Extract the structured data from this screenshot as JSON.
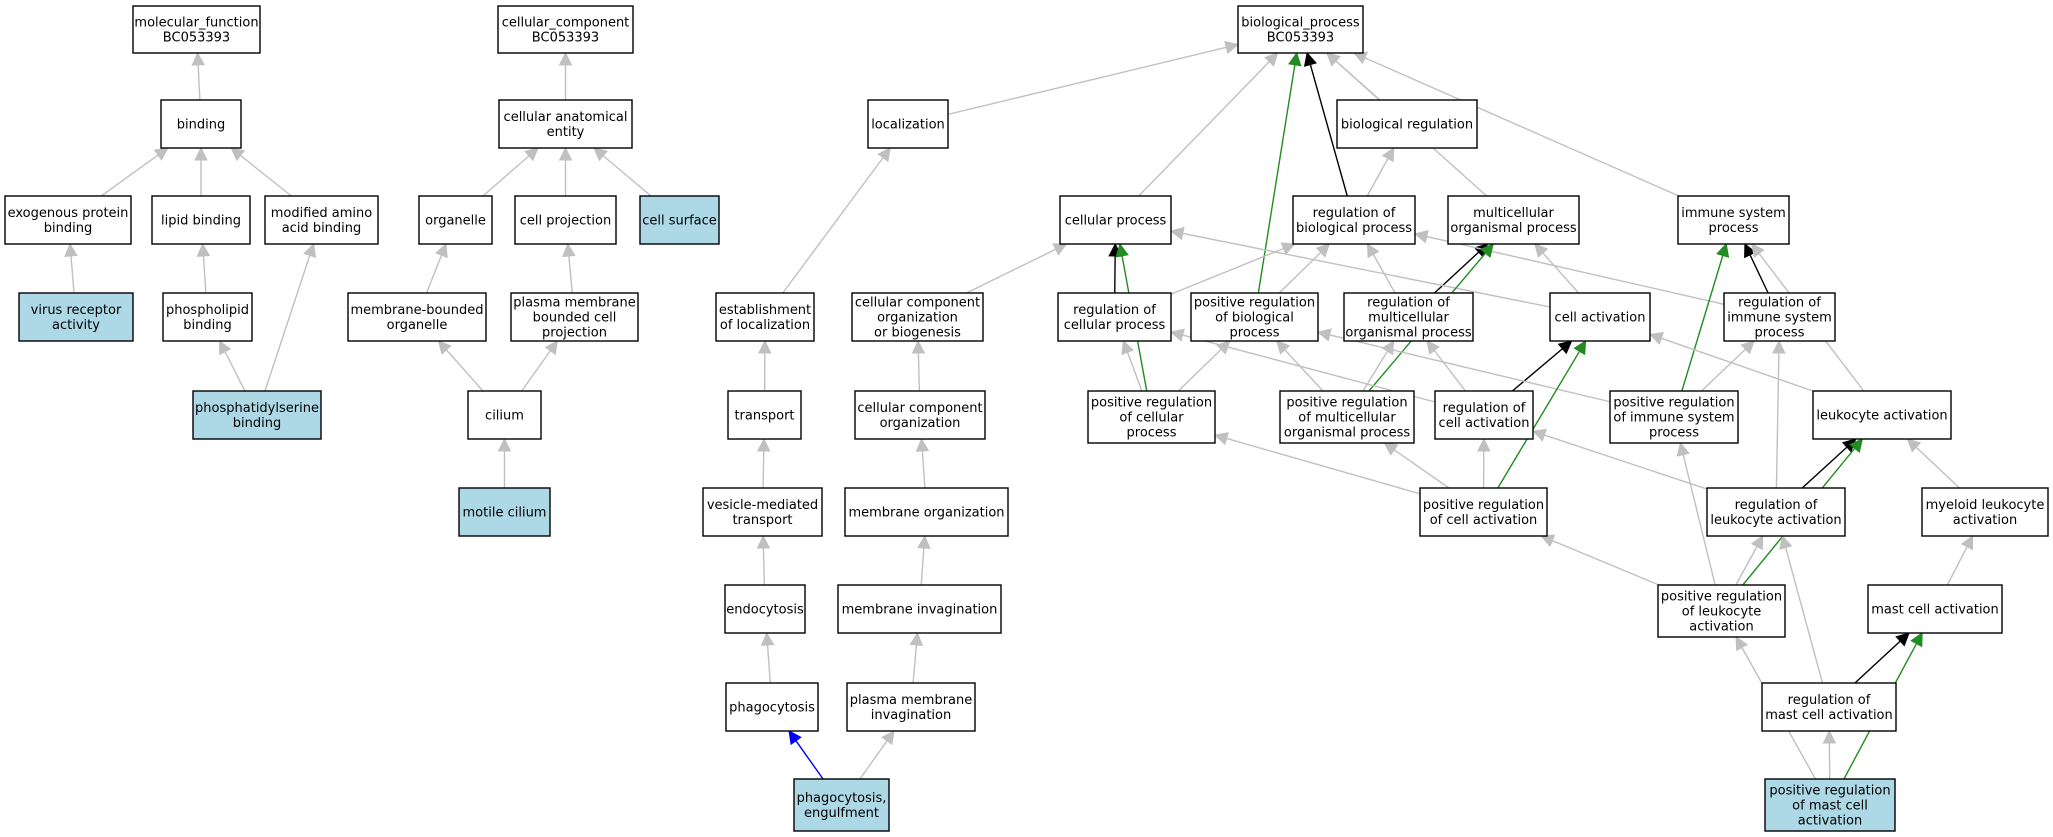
{
  "colors": {
    "background": "#ffffff",
    "node_fill": "#ffffff",
    "highlight_fill": "#add8e6",
    "node_stroke": "#000000",
    "is_a_edge": "#c0c0c0",
    "part_of_edge": "#0000ff",
    "regulates_edge": "#000000",
    "positively_regulates_edge": "#228b22"
  },
  "nodes": {
    "mf": {
      "lines": [
        "molecular_function",
        "BC053393"
      ],
      "highlight": false
    },
    "binding": {
      "lines": [
        "binding"
      ],
      "highlight": false
    },
    "exo": {
      "lines": [
        "exogenous protein",
        "binding"
      ],
      "highlight": false
    },
    "lipid": {
      "lines": [
        "lipid binding"
      ],
      "highlight": false
    },
    "modaa": {
      "lines": [
        "modified amino",
        "acid binding"
      ],
      "highlight": false
    },
    "virus": {
      "lines": [
        "virus receptor",
        "activity"
      ],
      "highlight": true
    },
    "phospho": {
      "lines": [
        "phospholipid",
        "binding"
      ],
      "highlight": false
    },
    "pserine": {
      "lines": [
        "phosphatidylserine",
        "binding"
      ],
      "highlight": true
    },
    "cc": {
      "lines": [
        "cellular_component",
        "BC053393"
      ],
      "highlight": false
    },
    "cae": {
      "lines": [
        "cellular anatomical",
        "entity"
      ],
      "highlight": false
    },
    "organelle": {
      "lines": [
        "organelle"
      ],
      "highlight": false
    },
    "cproj": {
      "lines": [
        "cell projection"
      ],
      "highlight": false
    },
    "csurf": {
      "lines": [
        "cell surface"
      ],
      "highlight": true
    },
    "mbo": {
      "lines": [
        "membrane-bounded",
        "organelle"
      ],
      "highlight": false
    },
    "pmbcp": {
      "lines": [
        "plasma membrane",
        "bounded cell",
        "projection"
      ],
      "highlight": false
    },
    "cilium": {
      "lines": [
        "cilium"
      ],
      "highlight": false
    },
    "motile": {
      "lines": [
        "motile cilium"
      ],
      "highlight": true
    },
    "bp": {
      "lines": [
        "biological_process",
        "BC053393"
      ],
      "highlight": false
    },
    "loc": {
      "lines": [
        "localization"
      ],
      "highlight": false
    },
    "estloc": {
      "lines": [
        "establishment",
        "of localization"
      ],
      "highlight": false
    },
    "transport": {
      "lines": [
        "transport"
      ],
      "highlight": false
    },
    "vesicle": {
      "lines": [
        "vesicle-mediated",
        "transport"
      ],
      "highlight": false
    },
    "endo": {
      "lines": [
        "endocytosis"
      ],
      "highlight": false
    },
    "phago": {
      "lines": [
        "phagocytosis"
      ],
      "highlight": false
    },
    "engulf": {
      "lines": [
        "phagocytosis,",
        "engulfment"
      ],
      "highlight": true
    },
    "ccob": {
      "lines": [
        "cellular component",
        "organization",
        "or biogenesis"
      ],
      "highlight": false
    },
    "cco": {
      "lines": [
        "cellular component",
        "organization"
      ],
      "highlight": false
    },
    "memorg": {
      "lines": [
        "membrane organization"
      ],
      "highlight": false
    },
    "meminv": {
      "lines": [
        "membrane invagination"
      ],
      "highlight": false
    },
    "pminv": {
      "lines": [
        "plasma membrane",
        "invagination"
      ],
      "highlight": false
    },
    "cellproc": {
      "lines": [
        "cellular process"
      ],
      "highlight": false
    },
    "regbp": {
      "lines": [
        "regulation of",
        "biological process"
      ],
      "highlight": false
    },
    "bioreg": {
      "lines": [
        "biological regulation"
      ],
      "highlight": false
    },
    "multi": {
      "lines": [
        "multicellular",
        "organismal process"
      ],
      "highlight": false
    },
    "immune": {
      "lines": [
        "immune system",
        "process"
      ],
      "highlight": false
    },
    "regcp": {
      "lines": [
        "regulation of",
        "cellular process"
      ],
      "highlight": false
    },
    "posregbp": {
      "lines": [
        "positive regulation",
        "of biological",
        "process"
      ],
      "highlight": false
    },
    "regmop": {
      "lines": [
        "regulation of",
        "multicellular",
        "organismal process"
      ],
      "highlight": false
    },
    "cellact": {
      "lines": [
        "cell activation"
      ],
      "highlight": false
    },
    "regisp": {
      "lines": [
        "regulation of",
        "immune system",
        "process"
      ],
      "highlight": false
    },
    "posregcp": {
      "lines": [
        "positive regulation",
        "of cellular",
        "process"
      ],
      "highlight": false
    },
    "posregmop": {
      "lines": [
        "positive regulation",
        "of multicellular",
        "organismal process"
      ],
      "highlight": false
    },
    "regca": {
      "lines": [
        "regulation of",
        "cell activation"
      ],
      "highlight": false
    },
    "posregisp": {
      "lines": [
        "positive regulation",
        "of immune system",
        "process"
      ],
      "highlight": false
    },
    "leuk": {
      "lines": [
        "leukocyte activation"
      ],
      "highlight": false
    },
    "posregca": {
      "lines": [
        "positive regulation",
        "of cell activation"
      ],
      "highlight": false
    },
    "regla": {
      "lines": [
        "regulation of",
        "leukocyte activation"
      ],
      "highlight": false
    },
    "myeloid": {
      "lines": [
        "myeloid leukocyte",
        "activation"
      ],
      "highlight": false
    },
    "posregla": {
      "lines": [
        "positive regulation",
        "of leukocyte",
        "activation"
      ],
      "highlight": false
    },
    "mast": {
      "lines": [
        "mast cell activation"
      ],
      "highlight": false
    },
    "regmca": {
      "lines": [
        "regulation of",
        "mast cell activation"
      ],
      "highlight": false
    },
    "posregmca": {
      "lines": [
        "positive regulation",
        "of mast cell",
        "activation"
      ],
      "highlight": true
    }
  },
  "edges": [
    {
      "from": "binding",
      "to": "mf",
      "type": "is_a"
    },
    {
      "from": "exo",
      "to": "binding",
      "type": "is_a"
    },
    {
      "from": "lipid",
      "to": "binding",
      "type": "is_a"
    },
    {
      "from": "modaa",
      "to": "binding",
      "type": "is_a"
    },
    {
      "from": "virus",
      "to": "exo",
      "type": "is_a"
    },
    {
      "from": "phospho",
      "to": "lipid",
      "type": "is_a"
    },
    {
      "from": "pserine",
      "to": "phospho",
      "type": "is_a"
    },
    {
      "from": "pserine",
      "to": "modaa",
      "type": "is_a"
    },
    {
      "from": "cae",
      "to": "cc",
      "type": "is_a"
    },
    {
      "from": "organelle",
      "to": "cae",
      "type": "is_a"
    },
    {
      "from": "cproj",
      "to": "cae",
      "type": "is_a"
    },
    {
      "from": "csurf",
      "to": "cae",
      "type": "is_a"
    },
    {
      "from": "mbo",
      "to": "organelle",
      "type": "is_a"
    },
    {
      "from": "pmbcp",
      "to": "cproj",
      "type": "is_a"
    },
    {
      "from": "cilium",
      "to": "mbo",
      "type": "is_a"
    },
    {
      "from": "cilium",
      "to": "pmbcp",
      "type": "is_a"
    },
    {
      "from": "motile",
      "to": "cilium",
      "type": "is_a"
    },
    {
      "from": "loc",
      "to": "bp",
      "type": "is_a"
    },
    {
      "from": "estloc",
      "to": "loc",
      "type": "is_a"
    },
    {
      "from": "transport",
      "to": "estloc",
      "type": "is_a"
    },
    {
      "from": "vesicle",
      "to": "transport",
      "type": "is_a"
    },
    {
      "from": "endo",
      "to": "vesicle",
      "type": "is_a"
    },
    {
      "from": "phago",
      "to": "endo",
      "type": "is_a"
    },
    {
      "from": "engulf",
      "to": "phago",
      "type": "part_of"
    },
    {
      "from": "engulf",
      "to": "pminv",
      "type": "is_a"
    },
    {
      "from": "pminv",
      "to": "meminv",
      "type": "is_a"
    },
    {
      "from": "meminv",
      "to": "memorg",
      "type": "is_a"
    },
    {
      "from": "memorg",
      "to": "cco",
      "type": "is_a"
    },
    {
      "from": "cco",
      "to": "ccob",
      "type": "is_a"
    },
    {
      "from": "ccob",
      "to": "cellproc",
      "type": "is_a"
    },
    {
      "from": "cellproc",
      "to": "bp",
      "type": "is_a"
    },
    {
      "from": "bioreg",
      "to": "bp",
      "type": "is_a"
    },
    {
      "from": "multi",
      "to": "bp",
      "type": "is_a"
    },
    {
      "from": "immune",
      "to": "bp",
      "type": "is_a"
    },
    {
      "from": "regbp",
      "to": "bp",
      "type": "regulates"
    },
    {
      "from": "regbp",
      "to": "bioreg",
      "type": "is_a"
    },
    {
      "from": "posregbp",
      "to": "bp",
      "type": "positively_regulates"
    },
    {
      "from": "posregbp",
      "to": "regbp",
      "type": "is_a"
    },
    {
      "from": "regcp",
      "to": "cellproc",
      "type": "regulates"
    },
    {
      "from": "regcp",
      "to": "regbp",
      "type": "is_a"
    },
    {
      "from": "regmop",
      "to": "multi",
      "type": "regulates"
    },
    {
      "from": "regmop",
      "to": "regbp",
      "type": "is_a"
    },
    {
      "from": "cellact",
      "to": "cellproc",
      "type": "is_a"
    },
    {
      "from": "cellact",
      "to": "multi",
      "type": "is_a"
    },
    {
      "from": "regisp",
      "to": "immune",
      "type": "regulates"
    },
    {
      "from": "regisp",
      "to": "regbp",
      "type": "is_a"
    },
    {
      "from": "posregcp",
      "to": "cellproc",
      "type": "positively_regulates"
    },
    {
      "from": "posregcp",
      "to": "regcp",
      "type": "is_a"
    },
    {
      "from": "posregcp",
      "to": "posregbp",
      "type": "is_a"
    },
    {
      "from": "posregmop",
      "to": "multi",
      "type": "positively_regulates"
    },
    {
      "from": "posregmop",
      "to": "posregbp",
      "type": "is_a"
    },
    {
      "from": "posregmop",
      "to": "regmop",
      "type": "is_a"
    },
    {
      "from": "regca",
      "to": "cellact",
      "type": "regulates"
    },
    {
      "from": "regca",
      "to": "regcp",
      "type": "is_a"
    },
    {
      "from": "regca",
      "to": "regmop",
      "type": "is_a"
    },
    {
      "from": "posregisp",
      "to": "immune",
      "type": "positively_regulates"
    },
    {
      "from": "posregisp",
      "to": "regisp",
      "type": "is_a"
    },
    {
      "from": "posregisp",
      "to": "posregbp",
      "type": "is_a"
    },
    {
      "from": "leuk",
      "to": "immune",
      "type": "is_a"
    },
    {
      "from": "leuk",
      "to": "cellact",
      "type": "is_a"
    },
    {
      "from": "posregca",
      "to": "cellact",
      "type": "positively_regulates"
    },
    {
      "from": "posregca",
      "to": "regca",
      "type": "is_a"
    },
    {
      "from": "posregca",
      "to": "posregcp",
      "type": "is_a"
    },
    {
      "from": "posregca",
      "to": "posregmop",
      "type": "is_a"
    },
    {
      "from": "regla",
      "to": "leuk",
      "type": "regulates"
    },
    {
      "from": "regla",
      "to": "regca",
      "type": "is_a"
    },
    {
      "from": "regla",
      "to": "regisp",
      "type": "is_a"
    },
    {
      "from": "myeloid",
      "to": "leuk",
      "type": "is_a"
    },
    {
      "from": "posregla",
      "to": "leuk",
      "type": "positively_regulates"
    },
    {
      "from": "posregla",
      "to": "regla",
      "type": "is_a"
    },
    {
      "from": "posregla",
      "to": "posregca",
      "type": "is_a"
    },
    {
      "from": "posregla",
      "to": "posregisp",
      "type": "is_a"
    },
    {
      "from": "mast",
      "to": "myeloid",
      "type": "is_a"
    },
    {
      "from": "regmca",
      "to": "mast",
      "type": "regulates"
    },
    {
      "from": "regmca",
      "to": "regla",
      "type": "is_a"
    },
    {
      "from": "posregmca",
      "to": "mast",
      "type": "positively_regulates"
    },
    {
      "from": "posregmca",
      "to": "regmca",
      "type": "is_a"
    },
    {
      "from": "posregmca",
      "to": "posregla",
      "type": "is_a"
    }
  ]
}
